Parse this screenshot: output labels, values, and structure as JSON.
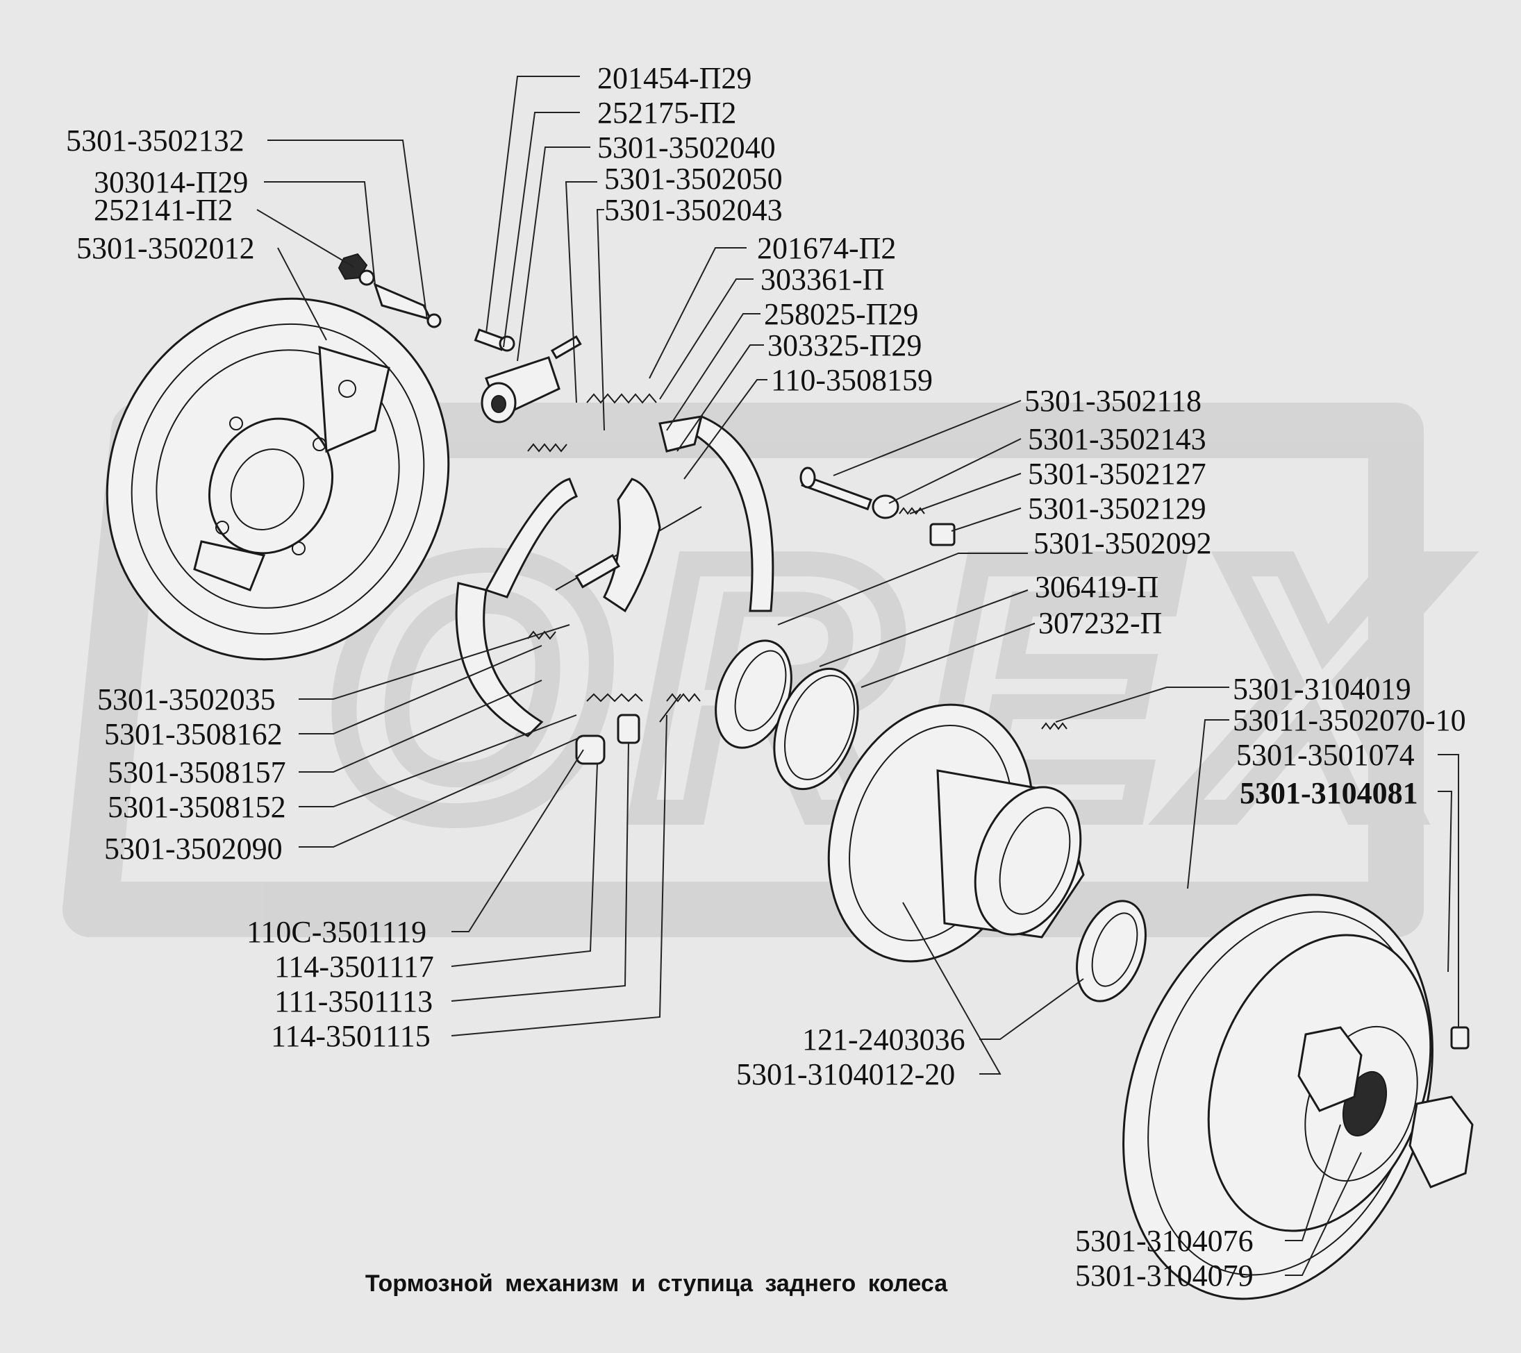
{
  "caption": "Тормозной механизм и ступица заднего колеса",
  "watermark_text": "OREX",
  "colors": {
    "background": "#e8e8e8",
    "ink": "#1a1a1a",
    "watermark": "#c9c9c9"
  },
  "labels": {
    "p201454_p29": "201454-П29",
    "p252175_p2": "252175-П2",
    "p5301_3502040": "5301-3502040",
    "p5301_3502050": "5301-3502050",
    "p5301_3502043": "5301-3502043",
    "p5301_3502132": "5301-3502132",
    "p303014_p29": "303014-П29",
    "p252141_p2": "252141-П2",
    "p5301_3502012": "5301-3502012",
    "p201674_p2": "201674-П2",
    "p303361_p": "303361-П",
    "p258025_p29": "258025-П29",
    "p303325_p29": "303325-П29",
    "p110_3508159": "110-3508159",
    "p5301_3502118": "5301-3502118",
    "p5301_3502143": "5301-3502143",
    "p5301_3502127": "5301-3502127",
    "p5301_3502129": "5301-3502129",
    "p5301_3502092": "5301-3502092",
    "p306419_p": "306419-П",
    "p307232_p": "307232-П",
    "p5301_3104019": "5301-3104019",
    "p53011_3502070_10": "53011-3502070-10",
    "p5301_3501074": "5301-3501074",
    "p5301_3104081": "5301-3104081",
    "p5301_3502035": "5301-3502035",
    "p5301_3508162": "5301-3508162",
    "p5301_3508157": "5301-3508157",
    "p5301_3508152": "5301-3508152",
    "p5301_3502090": "5301-3502090",
    "p110c_3501119": "110С-3501119",
    "p114_3501117": "114-3501117",
    "p111_3501113": "111-3501113",
    "p114_3501115": "114-3501115",
    "p121_2403036": "121-2403036",
    "p5301_3104012_20": "5301-3104012-20",
    "p5301_3104076": "5301-3104076",
    "p5301_3104079": "5301-3104079"
  }
}
